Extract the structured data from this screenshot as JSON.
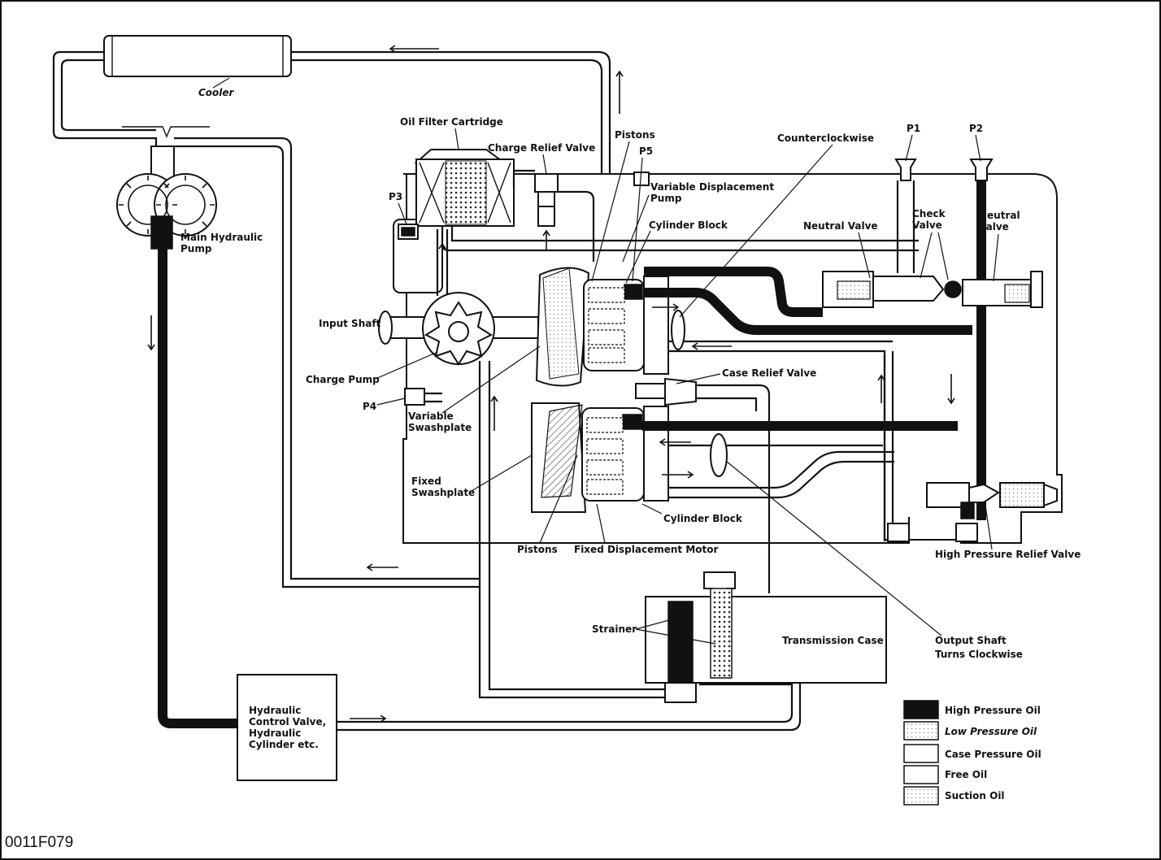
{
  "labels": {
    "cooler": "Cooler",
    "oil_filter_cartridge": "Oil Filter Cartridge",
    "charge_relief_valve": "Charge Relief Valve",
    "pistons_top": "Pistons",
    "p5": "P5",
    "variable_displacement_pump_1": "Variable Displacement",
    "variable_displacement_pump_2": "Pump",
    "cylinder_block_top": "Cylinder Block",
    "counterclockwise": "Counterclockwise",
    "p1": "P1",
    "p2": "P2",
    "check_valve_1": "Check",
    "check_valve_2": "Valve",
    "neutral_valve_left": "Neutral Valve",
    "neutral_valve_right_1": "Neutral",
    "neutral_valve_right_2": "Valve",
    "p3": "P3",
    "main_hydraulic_pump_1": "Main Hydraulic",
    "main_hydraulic_pump_2": "Pump",
    "input_shaft": "Input Shaft",
    "charge_pump": "Charge Pump",
    "p4": "P4",
    "variable_swashplate_1": "Variable",
    "variable_swashplate_2": "Swashplate",
    "case_relief_valve": "Case Relief Valve",
    "fixed_swashplate_1": "Fixed",
    "fixed_swashplate_2": "Swashplate",
    "cylinder_block_bottom": "Cylinder Block",
    "pistons_bottom": "Pistons",
    "fixed_displacement_motor": "Fixed Displacement Motor",
    "high_pressure_relief_valve": "High Pressure Relief Valve",
    "strainer": "Strainer",
    "transmission_case": "Transmission Case",
    "output_shaft_1": "Output Shaft",
    "output_shaft_2": "Turns Clockwise",
    "hydraulic_control_1": "Hydraulic",
    "hydraulic_control_2": "Control Valve,",
    "hydraulic_control_3": "Hydraulic",
    "hydraulic_control_4": "Cylinder etc."
  },
  "legend": [
    {
      "label": "High Pressure Oil",
      "pattern": "solid-black"
    },
    {
      "label": "Low Pressure Oil",
      "pattern": "light-stipple"
    },
    {
      "label": "Case Pressure Oil",
      "pattern": "white"
    },
    {
      "label": "Free Oil",
      "pattern": "white"
    },
    {
      "label": "Suction Oil",
      "pattern": "dotted"
    }
  ],
  "figure_code": "0011F079",
  "colors": {
    "ink": "#111111",
    "paper": "#ffffff",
    "stipple": "#bdbdbd"
  }
}
